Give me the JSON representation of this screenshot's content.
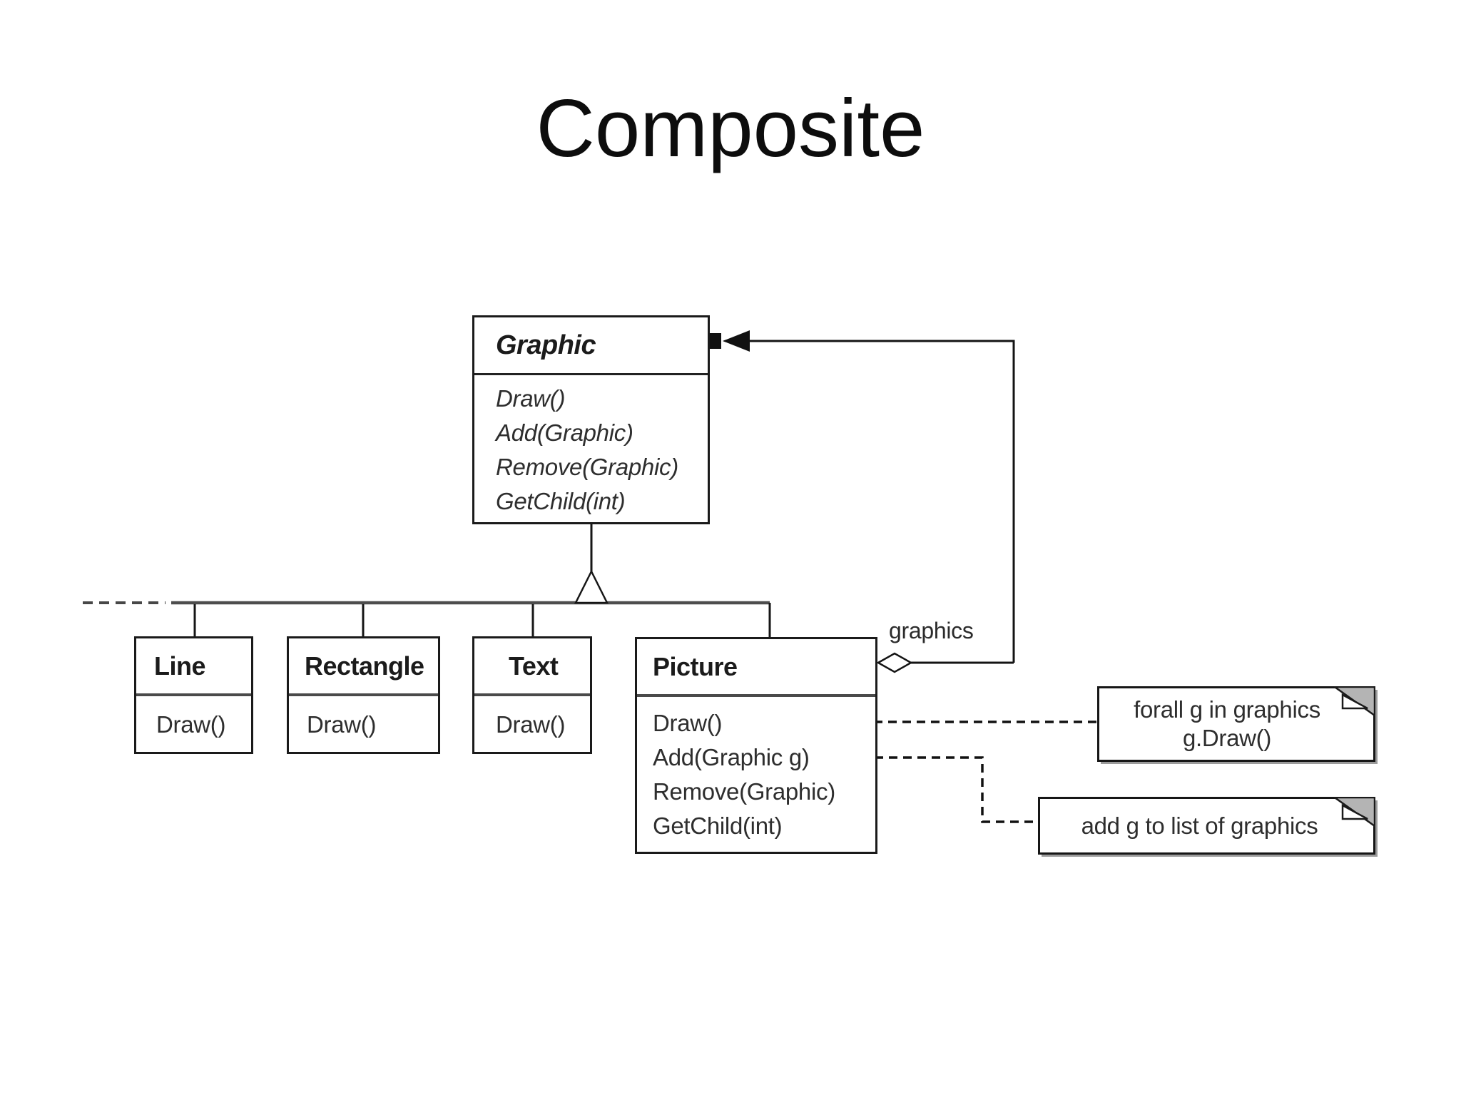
{
  "title": "Composite",
  "diagram": {
    "classes": {
      "graphic": {
        "name": "Graphic",
        "methods": [
          "Draw()",
          "Add(Graphic)",
          "Remove(Graphic)",
          "GetChild(int)"
        ]
      },
      "line": {
        "name": "Line",
        "methods": [
          "Draw()"
        ]
      },
      "rectangle": {
        "name": "Rectangle",
        "methods": [
          "Draw()"
        ]
      },
      "text": {
        "name": "Text",
        "methods": [
          "Draw()"
        ]
      },
      "picture": {
        "name": "Picture",
        "methods": [
          "Draw()",
          "Add(Graphic g)",
          "Remove(Graphic)",
          "GetChild(int)"
        ]
      }
    },
    "aggregation_label": "graphics",
    "notes": {
      "draw_note": {
        "lines": [
          "forall g in graphics",
          "g.Draw()"
        ]
      },
      "add_note": {
        "lines": [
          "add g to list of graphics"
        ]
      }
    },
    "colors": {
      "line_black": "#1a1a1a",
      "hierarchy_gray": "#4d4d4d",
      "note_fold_gray": "#b4b4b4",
      "note_shadow_gray": "#9b9b9b",
      "background": "#ffffff"
    },
    "icons": [
      "inheritance-triangle-icon",
      "aggregation-diamond-icon",
      "navigability-arrow-icon",
      "method-socket-circle-icon",
      "note-fold-icon"
    ]
  }
}
